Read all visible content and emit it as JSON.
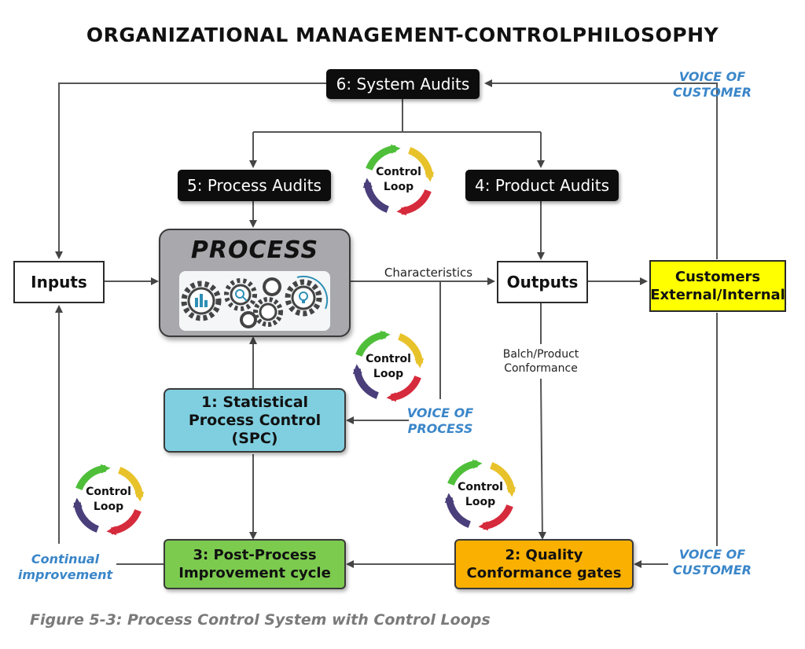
{
  "title": "ORGANIZATIONAL MANAGEMENT-CONTROLPHILOSOPHY",
  "caption": "Figure 5-3: Process Control System with Control Loops",
  "nodes": {
    "system_audits": "6:  System Audits",
    "process_audits": "5:  Process Audits",
    "product_audits": "4:  Product Audits",
    "inputs": "Inputs",
    "process": "PROCESS",
    "outputs": "Outputs",
    "customers_line1": "Customers",
    "customers_line2": "External/Internal",
    "spc_line1": "1:  Statistical",
    "spc_line2": "Process Control",
    "spc_line3": "(SPC)",
    "post_process_line1": "3:  Post-Process",
    "post_process_line2": "Improvement cycle",
    "quality_gates_line1": "2:  Quality",
    "quality_gates_line2": "Conformance gates"
  },
  "labels": {
    "characteristics": "Characteristics",
    "batch_conformance_line1": "Balch/Product",
    "batch_conformance_line2": "Conformance",
    "voice_of_customer_line1": "VOICE OF",
    "voice_of_customer_line2": "CUSTOMER",
    "voice_of_process_line1": "VOICE OF",
    "voice_of_process_line2": "PROCESS",
    "continual_line1": "Continual",
    "continual_line2": "improvement"
  },
  "control_loop": {
    "line1": "Control",
    "line2": "Loop"
  },
  "icons": [
    "gear-icon",
    "bar-chart-icon",
    "magnifier-icon",
    "lightbulb-icon",
    "cycle-arrows-icon"
  ],
  "colors": {
    "black_box": "#0d0d0d",
    "spc_fill": "#7fcfe0",
    "post_process_fill": "#7ccb4f",
    "quality_gates_fill": "#f9b000",
    "customers_fill": "#ffff00",
    "process_fill": "#a9a9ad",
    "voice_blue": "#3a86c9",
    "loop_green": "#4fbf3a",
    "loop_yellow": "#e8c22a",
    "loop_red": "#d62b3c",
    "loop_purple": "#4a3f7a"
  }
}
